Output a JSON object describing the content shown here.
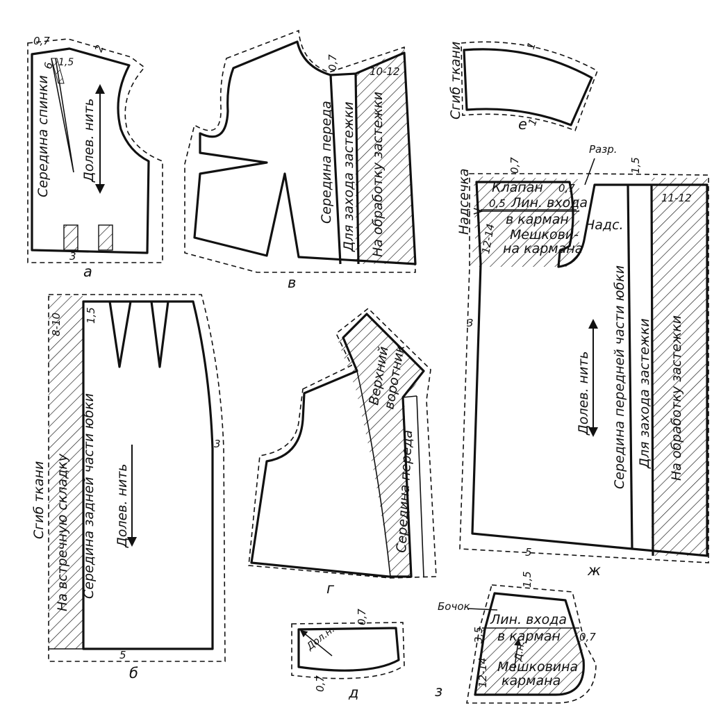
{
  "pieces": {
    "a": {
      "letter": "а",
      "label_center_back": "Середина спинки",
      "label_grain": "Долев. нить",
      "n_07": "0,7",
      "n_15": "1,5",
      "n_6": "6",
      "n_2": "2",
      "n_3": "3"
    },
    "b": {
      "letter": "б",
      "label_fold": "Сгиб ткани",
      "label_pleat": "На встречную складку",
      "label_center": "Середина задней части юбки",
      "label_grain": "Долев. нить",
      "n_810": "8-10",
      "n_15": "1,5",
      "n_3": "3",
      "n_5": "5"
    },
    "v": {
      "letter": "в",
      "label_center": "Середина переда",
      "label_overlap": "Для захода застежки",
      "label_finish": "На обработку застежки",
      "n_07": "0,7",
      "n_1012": "10-12"
    },
    "g": {
      "letter": "г",
      "label_collar": "Верхний воротник",
      "label_collar_l1": "Верхний",
      "label_collar_l2": "воротник",
      "label_center": "Середина переда"
    },
    "d": {
      "letter": "д",
      "label_grain": "Дол.н.",
      "n_07a": "0,7",
      "n_07b": "0,7"
    },
    "e": {
      "letter": "е",
      "label_fold": "Сгиб ткани",
      "n_1a": "1",
      "n_1b": "1"
    },
    "zh": {
      "letter": "ж",
      "label_notch": "Надсечка",
      "label_cut": "Разр.",
      "label_flap": "Клапан",
      "label_entry": "Лин. входа",
      "label_pocket": "в карман",
      "label_bag1": "Мешкови-",
      "label_bag2": "на кармана",
      "label_nads": "Надс.",
      "label_center": "Середина передней части юбки",
      "label_overlap": "Для захода застежки",
      "label_finish": "На обработку застежки",
      "label_grain": "Долев. нить",
      "n_07a": "0,7",
      "n_07b": "0,7",
      "n_05": "0,5",
      "n_1214": "12-14",
      "n_15": "1,5",
      "n_1112": "11-12",
      "n_3": "3",
      "n_5": "5"
    },
    "z": {
      "letter": "з",
      "label_side": "Бочок",
      "label_entry": "Лин. входа",
      "label_pocket": "в карман",
      "label_grain": "Д.н.",
      "label_bag1": "Мешковина",
      "label_bag2": "кармана",
      "n_15": "1,5",
      "n_07": "0,7",
      "n_35": "3,5",
      "n_1214": "12-14"
    }
  }
}
